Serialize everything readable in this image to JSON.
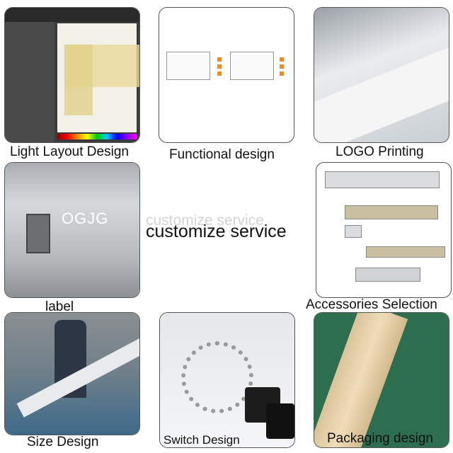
{
  "tiles": [
    {
      "caption": "Light Layout Design"
    },
    {
      "caption": "Functional design"
    },
    {
      "caption": "LOGO Printing"
    },
    {
      "caption": "label",
      "overlay_text": "OGJG"
    },
    {
      "caption": "Accessories Selection"
    },
    {
      "caption": "Size Design"
    },
    {
      "caption": "Switch Design"
    },
    {
      "caption": "Packaging design"
    }
  ],
  "center": {
    "ghost_text": "customize service",
    "main_text": "customize service"
  }
}
